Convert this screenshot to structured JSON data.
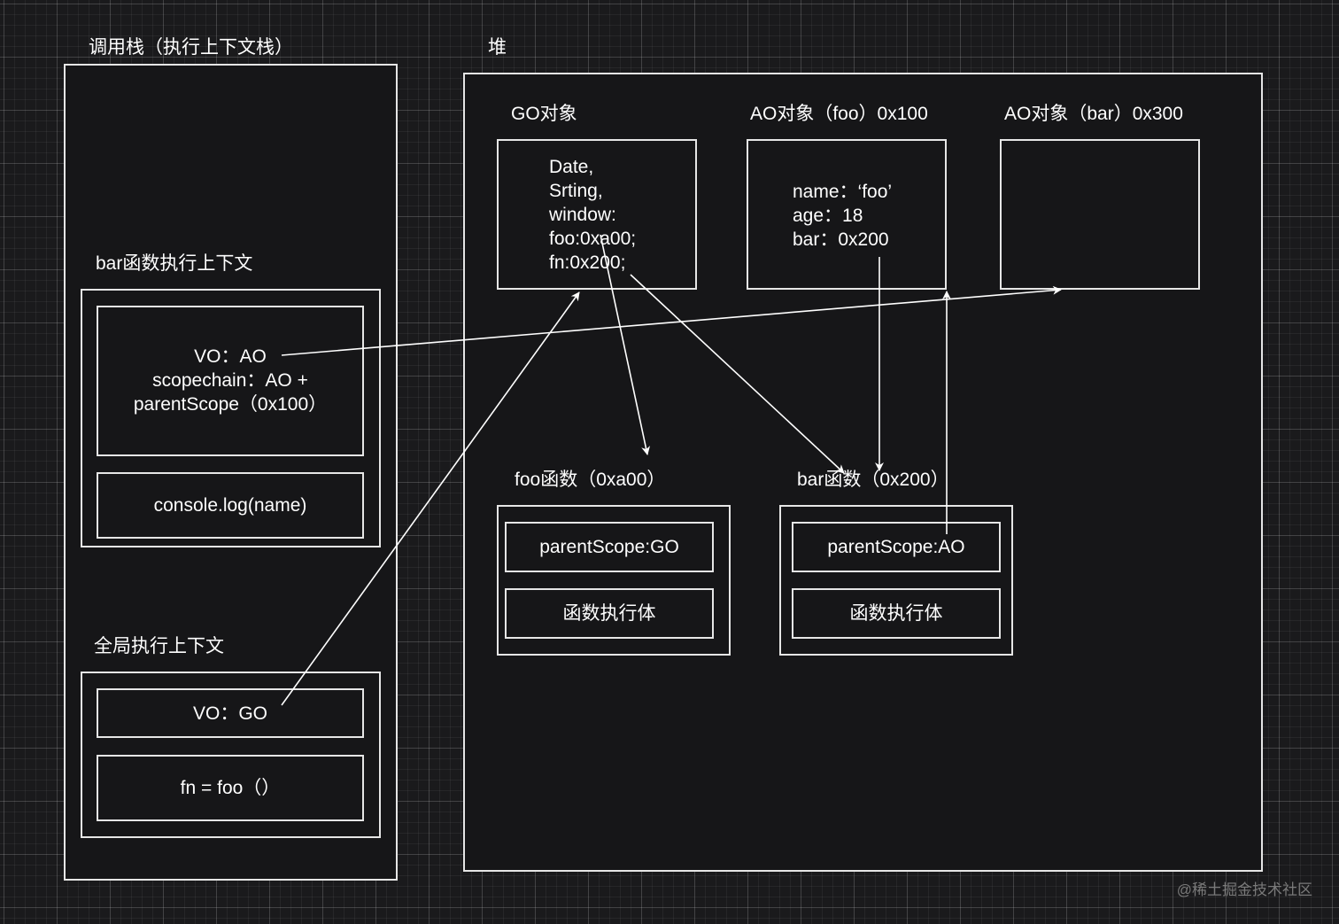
{
  "call_stack": {
    "title": "调用栈（执行上下文栈）",
    "bar_context": {
      "title": "bar函数执行上下文",
      "vo_lines": [
        "VO：AO",
        "scopechain：AO +",
        "parentScope（0x100）"
      ],
      "code": "console.log(name)"
    },
    "global_context": {
      "title": "全局执行上下文",
      "vo": "VO：GO",
      "code": "fn = foo（）"
    }
  },
  "heap": {
    "title": "堆",
    "go_object": {
      "title": "GO对象",
      "lines": [
        "Date,",
        "Srting,",
        "window:",
        "foo:0xa00;",
        "fn:0x200;"
      ]
    },
    "ao_foo": {
      "title": "AO对象（foo）0x100",
      "lines": [
        "name：‘foo’",
        "age：18",
        "bar：0x200"
      ]
    },
    "ao_bar": {
      "title": "AO对象（bar）0x300"
    },
    "foo_function": {
      "title": "foo函数（0xa00）",
      "scope": "parentScope:GO",
      "body": "函数执行体"
    },
    "bar_function": {
      "title": "bar函数（0x200）",
      "scope": "parentScope:AO",
      "body": "函数执行体"
    }
  },
  "watermark": "@稀土掘金技术社区",
  "colors": {
    "background": "#1a1a1c",
    "stroke": "#e6e6e6",
    "text": "#ffffff"
  }
}
